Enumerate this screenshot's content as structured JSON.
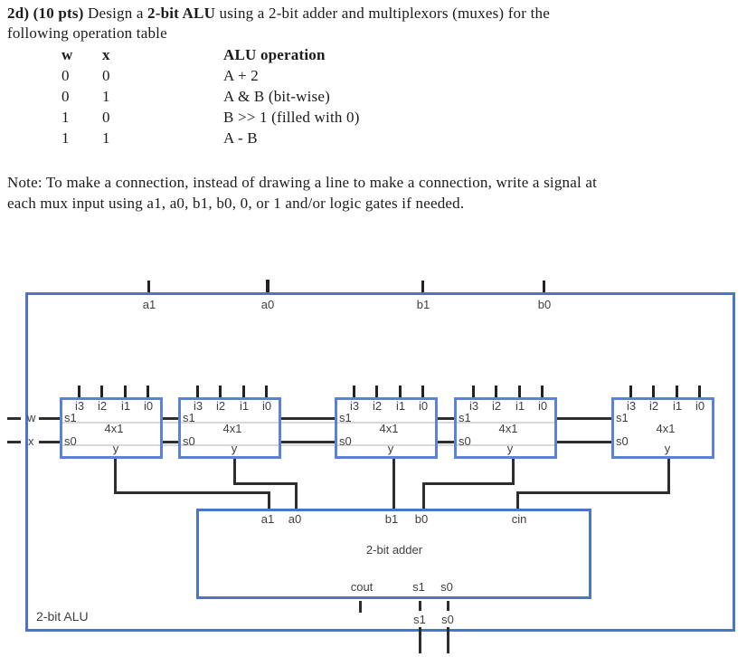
{
  "document": {
    "heading": {
      "b1": "2d) (10 pts)",
      "t1": " Design a ",
      "b2": "2-bit ALU",
      "t2": " using a 2-bit adder and multiplexors (muxes) for the",
      "line2": "following operation table"
    },
    "table": {
      "headers": [
        "w",
        "x",
        "ALU operation"
      ],
      "rows": [
        [
          "0",
          "0",
          "A + 2"
        ],
        [
          "0",
          "1",
          "A & B (bit-wise)"
        ],
        [
          "1",
          "0",
          "B >> 1 (filled with 0)"
        ],
        [
          "1",
          "1",
          "A - B"
        ]
      ]
    },
    "note": {
      "line1": "Note: To make a connection, instead of drawing a line to make a connection, write a signal at",
      "line2": "each mux input using a1, a0, b1, b0, 0, or 1 and/or logic gates if needed."
    }
  },
  "diagram": {
    "alu_label": "2-bit ALU",
    "bus_labels": [
      "a1",
      "a0",
      "b1",
      "b0"
    ],
    "select_labels": [
      "w",
      "x"
    ],
    "mux": {
      "inputs": [
        "i3",
        "i2",
        "i1",
        "i0"
      ],
      "selects": [
        "s1",
        "s0"
      ],
      "type": "4x1",
      "output": "y"
    },
    "adder": {
      "label": "2-bit adder",
      "in_a": [
        "a1",
        "a0"
      ],
      "in_b": [
        "b1",
        "b0"
      ],
      "cin": "cin",
      "cout": "cout",
      "sum": [
        "s1",
        "s0"
      ]
    },
    "final_outputs": [
      "s1",
      "s0"
    ],
    "colors": {
      "box_border": "#4a75cb",
      "mux_border": "#5b82d6",
      "wire": "#2e2e2e",
      "select_rail": "#d9d9d9",
      "text": "#1b1b1b"
    }
  }
}
